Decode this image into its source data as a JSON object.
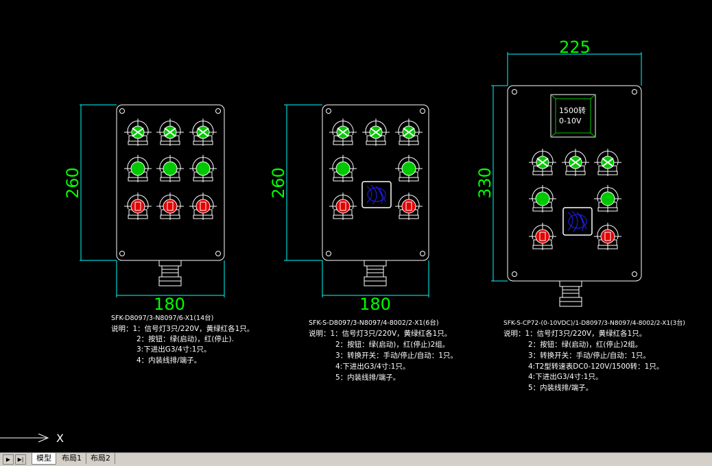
{
  "panels": [
    {
      "dim_top": "",
      "dim_side": "260",
      "dim_bottom": "180",
      "model": "SFK-D8097/3-N8097/6-X1(14台)",
      "notes": [
        "说明：1：信号灯3只/220V，黄绿红各1只。",
        "2：按钮：绿(启动)，红(停止).",
        "3:下进出G3/4寸:1只。",
        "4：内装线排/端子。"
      ]
    },
    {
      "dim_top": "",
      "dim_side": "260",
      "dim_bottom": "180",
      "model": "SFK-S-D8097/3-N8097/4-8002/2-X1(6台)",
      "notes": [
        "说明：1：信号灯3只/220V，黄绿红各1只。",
        "2：按钮：绿(启动)，红(停止)2组。",
        "3：转换开关：手动/停止/自动：1只。",
        "4:下进出G3/4寸:1只。",
        "5：内装线排/端子。"
      ]
    },
    {
      "dim_top": "225",
      "dim_side": "330",
      "dim_bottom": "",
      "model": "SFK-S-CP72-(0-10VDC)/1-D8097/3-N8097/4-8002/2-X1(3台)",
      "meter_line1": "1500转",
      "meter_line2": "0-10V",
      "notes": [
        "说明：1：信号灯3只/220V，黄绿红各1只。",
        "2：按钮：绿(启动)，红(停止)2组。",
        "3：转换开关：手动/停止/自动：1只。",
        "4:T2型转速表DC0-120V/1500转：1只。",
        "4:下进出G3/4寸:1只。",
        "5：内装线排/端子。"
      ]
    }
  ],
  "ucs": {
    "x_label": "X"
  },
  "tabs": {
    "model": "模型",
    "layout1": "布局1",
    "layout2": "布局2"
  },
  "colors": {
    "background": "#000000",
    "dimension": "#00ff00",
    "extension_line": "#00ffff",
    "geometry": "#ffffff",
    "lamp_green": "#00c800",
    "lamp_red": "#e00000",
    "switch_blue": "#2020ff"
  }
}
